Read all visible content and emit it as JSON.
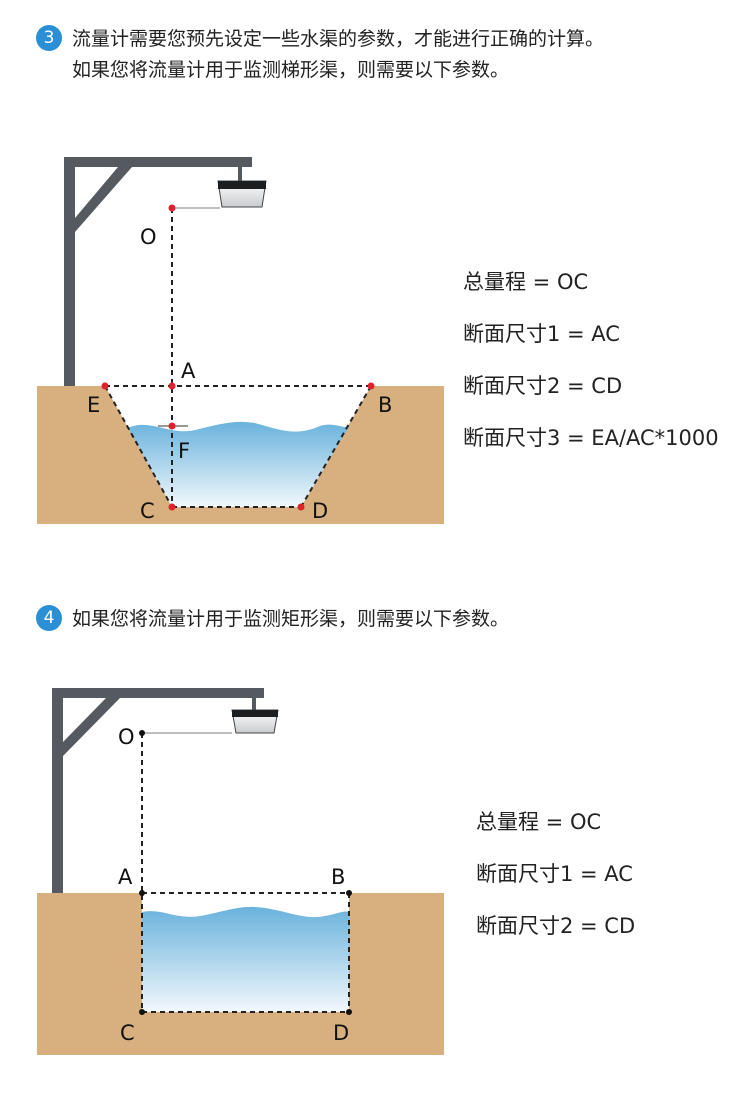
{
  "step3": {
    "number": "3",
    "line1": "流量计需要您预先设定一些水渠的参数，才能进行正确的计算。",
    "line2": "如果您将流量计用于监测梯形渠，则需要以下参数。"
  },
  "step4": {
    "number": "4",
    "text": "如果您将流量计用于监测矩形渠，则需要以下参数。"
  },
  "trapezoid": {
    "points": {
      "O": "O",
      "A": "A",
      "B": "B",
      "C": "C",
      "D": "D",
      "E": "E",
      "F": "F"
    },
    "formulas": [
      "总量程 = OC",
      "断面尺寸1 = AC",
      "断面尺寸2 = CD",
      "断面尺寸3 = EA/AC*1000"
    ]
  },
  "rectangle": {
    "points": {
      "O": "O",
      "A": "A",
      "B": "B",
      "C": "C",
      "D": "D"
    },
    "formulas": [
      "总量程 = OC",
      "断面尺寸1 = AC",
      "断面尺寸2 = CD"
    ]
  },
  "colors": {
    "accent": "#2b8fd6",
    "soil": "#d8b07f",
    "pole": "#555a60",
    "marker_red": "#e0212b",
    "marker_black": "#111111",
    "water_top": "#69b2dc",
    "water_bottom": "#f2f8fc"
  }
}
